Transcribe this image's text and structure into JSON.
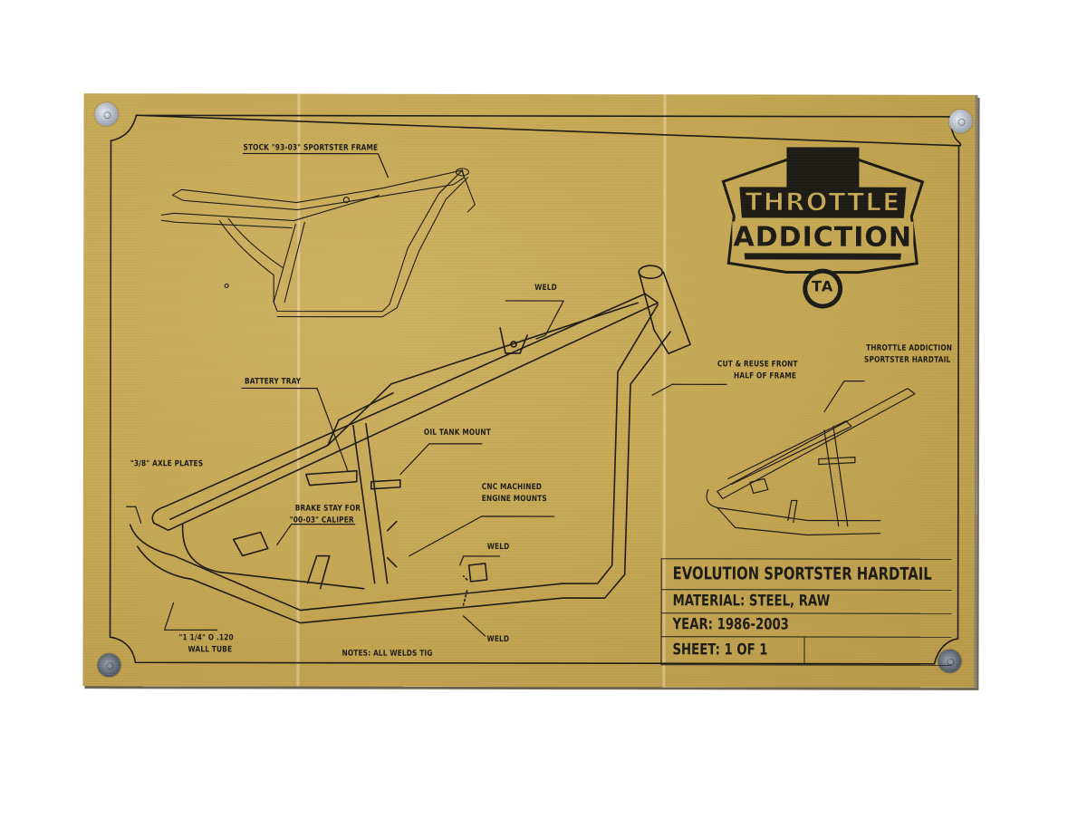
{
  "image": {
    "subject": "Framed blueprint-style print of a motorcycle hardtail frame on kraft paper mounted with four standoff screws",
    "background_color": "#ffffff",
    "paper_color": "#c7a955",
    "ink_color": "#1d1b15"
  },
  "logo": {
    "line1": "THROTTLE",
    "line2": "ADDICTION",
    "monogram": "TA"
  },
  "callouts": {
    "stock_frame": "STOCK \"93-03\" SPORTSTER FRAME",
    "weld_top": "WELD",
    "battery_tray": "BATTERY TRAY",
    "oil_tank_mount": "OIL TANK MOUNT",
    "axle_plates": "\"3/8\" AXLE PLATES",
    "brake_stay_1": "BRAKE STAY FOR",
    "brake_stay_2": "\"00-03\" CALIPER",
    "cnc_1": "CNC MACHINED",
    "cnc_2": "ENGINE MOUNTS",
    "weld_mid": "WELD",
    "weld_bottom": "WELD",
    "tube_1": "\"1 1/4\" O .120",
    "tube_2": "WALL TUBE",
    "notes": "NOTES: ALL WELDS TIG",
    "cut_reuse_1": "CUT & REUSE FRONT",
    "cut_reuse_2": "HALF OF FRAME",
    "ta_hardtail_1": "THROTTLE ADDICTION",
    "ta_hardtail_2": "SPORTSTER HARDTAIL"
  },
  "title_block": {
    "title": "EVOLUTION SPORTSTER HARDTAIL",
    "material": "MATERIAL: STEEL, RAW",
    "year": "YEAR: 1986-2003",
    "sheet": "SHEET: 1 OF 1"
  }
}
